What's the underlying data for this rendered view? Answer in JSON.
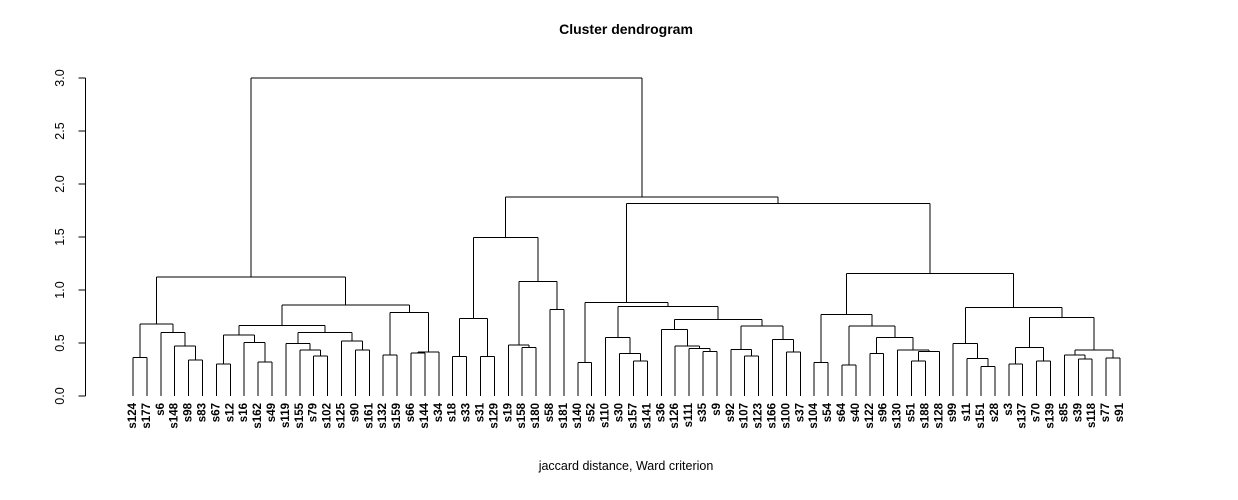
{
  "chart_data": {
    "type": "dendrogram",
    "title": "Cluster dendrogram",
    "subtitle": "jaccard distance, Ward criterion",
    "xlabel": "",
    "ylabel": "",
    "ylim": [
      0,
      3
    ],
    "grid": false,
    "y_axis": {
      "ticks": [
        0.0,
        0.5,
        1.0,
        1.5,
        2.0,
        2.5,
        3.0
      ],
      "tick_labels": [
        "0.0",
        "0.5",
        "1.0",
        "1.5",
        "2.0",
        "2.5",
        "3.0"
      ]
    },
    "color_map": {
      "cyan": "#00FFFF",
      "red": "#FF0000"
    },
    "leaves": {
      "labels": [
        "s124",
        "s177",
        "s6",
        "s148",
        "s98",
        "s83",
        "s67",
        "s12",
        "s16",
        "s162",
        "s49",
        "s119",
        "s155",
        "s79",
        "s102",
        "s125",
        "s90",
        "s161",
        "s132",
        "s159",
        "s66",
        "s144",
        "s34",
        "s18",
        "s33",
        "s31",
        "s129",
        "s19",
        "s158",
        "s180",
        "s58",
        "s181",
        "s140",
        "s52",
        "s110",
        "s30",
        "s157",
        "s141",
        "s36",
        "s126",
        "s111",
        "s35",
        "s9",
        "s92",
        "s107",
        "s123",
        "s166",
        "s100",
        "s37",
        "s104",
        "s54",
        "s64",
        "s40",
        "s122",
        "s96",
        "s130",
        "s51",
        "s188",
        "s128",
        "s99",
        "s11",
        "s151",
        "s28",
        "s3",
        "s137",
        "s70",
        "s139",
        "s85",
        "s39",
        "s118",
        "s77",
        "s91"
      ],
      "colors": [
        "cyan",
        "cyan",
        "red",
        "cyan",
        "red",
        "red",
        "cyan",
        "cyan",
        "red",
        "red",
        "cyan",
        "red",
        "red",
        "red",
        "red",
        "cyan",
        "red",
        "red",
        "red",
        "cyan",
        "cyan",
        "red",
        "red",
        "red",
        "red",
        "red",
        "red",
        "red",
        "cyan",
        "red",
        "red",
        "red",
        "cyan",
        "cyan",
        "cyan",
        "cyan",
        "cyan",
        "cyan",
        "cyan",
        "red",
        "cyan",
        "red",
        "cyan",
        "red",
        "cyan",
        "cyan",
        "red",
        "red",
        "red",
        "cyan",
        "cyan",
        "cyan",
        "cyan",
        "cyan",
        "red",
        "cyan",
        "red",
        "cyan",
        "cyan",
        "red",
        "red",
        "red",
        "red",
        "cyan",
        "cyan",
        "cyan",
        "cyan",
        "cyan",
        "red",
        "cyan",
        "red",
        "cyan"
      ]
    },
    "merges": [
      3.0,
      [
        1.123,
        [
          0.68,
          [
            0.365,
            0,
            1
          ],
          [
            0.6,
            2,
            [
              0.47,
              3,
              [
                0.34,
                4,
                5
              ]
            ]
          ]
        ],
        [
          0.858,
          [
            0.663,
            [
              0.575,
              [
                0.3,
                6,
                7
              ],
              [
                0.505,
                8,
                [
                  0.32,
                  9,
                  10
                ]
              ]
            ],
            [
              0.597,
              [
                0.497,
                11,
                [
                  0.434,
                  12,
                  [
                    0.377,
                    13,
                    14
                  ]
                ]
              ],
              [
                0.52,
                15,
                [
                  0.434,
                  16,
                  17
                ]
              ]
            ]
          ],
          [
            0.786,
            [
              0.387,
              18,
              19
            ],
            [
              0.415,
              [
                0.405,
                20,
                21
              ],
              22
            ]
          ]
        ]
      ],
      [
        1.877,
        [
          1.493,
          [
            0.733,
            [
              0.371,
              23,
              24
            ],
            [
              0.371,
              25,
              26
            ]
          ],
          [
            1.078,
            [
              0.481,
              27,
              [
                0.459,
                28,
                29
              ]
            ],
            [
              0.818,
              30,
              31
            ]
          ]
        ],
        [
          1.816,
          [
            0.88,
            [
              0.318,
              32,
              33
            ],
            [
              0.842,
              [
                0.554,
                34,
                [
                  0.403,
                  35,
                  [
                    0.33,
                    36,
                    37
                  ]
                ]
              ],
              [
                0.723,
                [
                  0.629,
                  38,
                  [
                    0.472,
                    39,
                    [
                      0.446,
                      40,
                      [
                        0.422,
                        41,
                        42
                      ]
                    ]
                  ]
                ],
                [
                  0.66,
                  [
                    0.44,
                    43,
                    [
                      0.377,
                      44,
                      45
                    ]
                  ],
                  [
                    0.535,
                    46,
                    [
                      0.415,
                      47,
                      48
                    ]
                  ]
                ]
              ]
            ]
          ],
          [
            1.157,
            [
              0.77,
              [
                0.318,
                49,
                50
              ],
              [
                0.66,
                [
                  0.292,
                  51,
                  52
                ],
                [
                  0.554,
                  [
                    0.403,
                    53,
                    54
                  ],
                  [
                    0.434,
                    55,
                    [
                      0.418,
                      [
                        0.33,
                        56,
                        57
                      ],
                      58
                    ]
                  ]
                ]
              ]
            ],
            [
              0.833,
              [
                0.497,
                59,
                [
                  0.356,
                  60,
                  [
                    0.276,
                    61,
                    62
                  ]
                ]
              ],
              [
                0.74,
                [
                  0.456,
                  [
                    0.3,
                    63,
                    64
                  ],
                  [
                    0.33,
                    65,
                    66
                  ]
                ],
                [
                  0.434,
                  [
                    0.387,
                    67,
                    [
                      0.35,
                      68,
                      69
                    ]
                  ],
                  [
                    0.36,
                    70,
                    71
                  ]
                ]
              ]
            ]
          ]
        ]
      ]
    ]
  }
}
